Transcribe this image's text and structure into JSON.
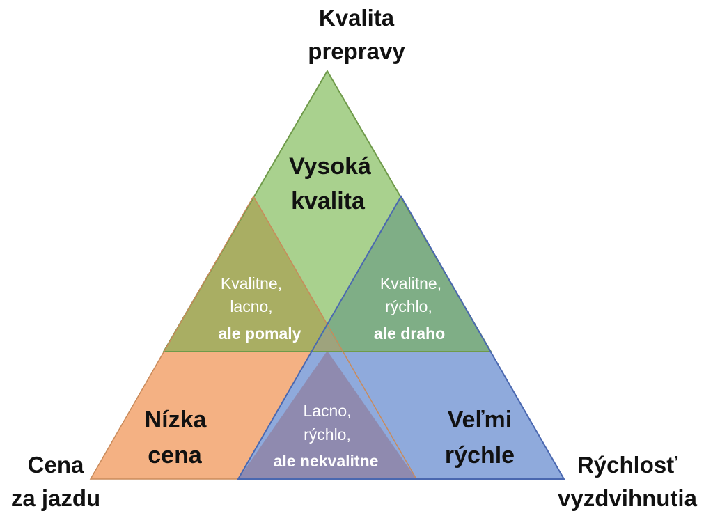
{
  "corners": {
    "top": [
      "Kvalita",
      "prepravy"
    ],
    "left": [
      "Cena",
      "za jazdu"
    ],
    "right": [
      "Rýchlosť",
      "vyzdvihnutia"
    ]
  },
  "regions": {
    "high_quality": {
      "lines": [
        "Vysoká",
        "kvalita"
      ],
      "color": "#a9d18e"
    },
    "quality_cheap_slow": {
      "lines": [
        "Kvalitne,",
        "lacno,"
      ],
      "bold": "ale pomaly",
      "color": "#a9ae63"
    },
    "quality_fast_expensive": {
      "lines": [
        "Kvalitne,",
        "rýchlo,"
      ],
      "bold": "ale draho",
      "color": "#7fae86"
    },
    "low_price": {
      "lines": [
        "Nízka",
        "cena"
      ],
      "color": "#f4b183"
    },
    "cheap_fast_poor": {
      "lines": [
        "Lacno,",
        "rýchlo,"
      ],
      "bold": "ale nekvalitne",
      "color": "#8f8aaf"
    },
    "very_fast": {
      "lines": [
        "Veľmi",
        "rýchle"
      ],
      "color": "#8faadc"
    },
    "center": {
      "color": "#9ea37d"
    }
  },
  "outline_colors": {
    "green": "#6f9a4a",
    "blue": "#4a68b0",
    "orange": "#c98a5a"
  }
}
